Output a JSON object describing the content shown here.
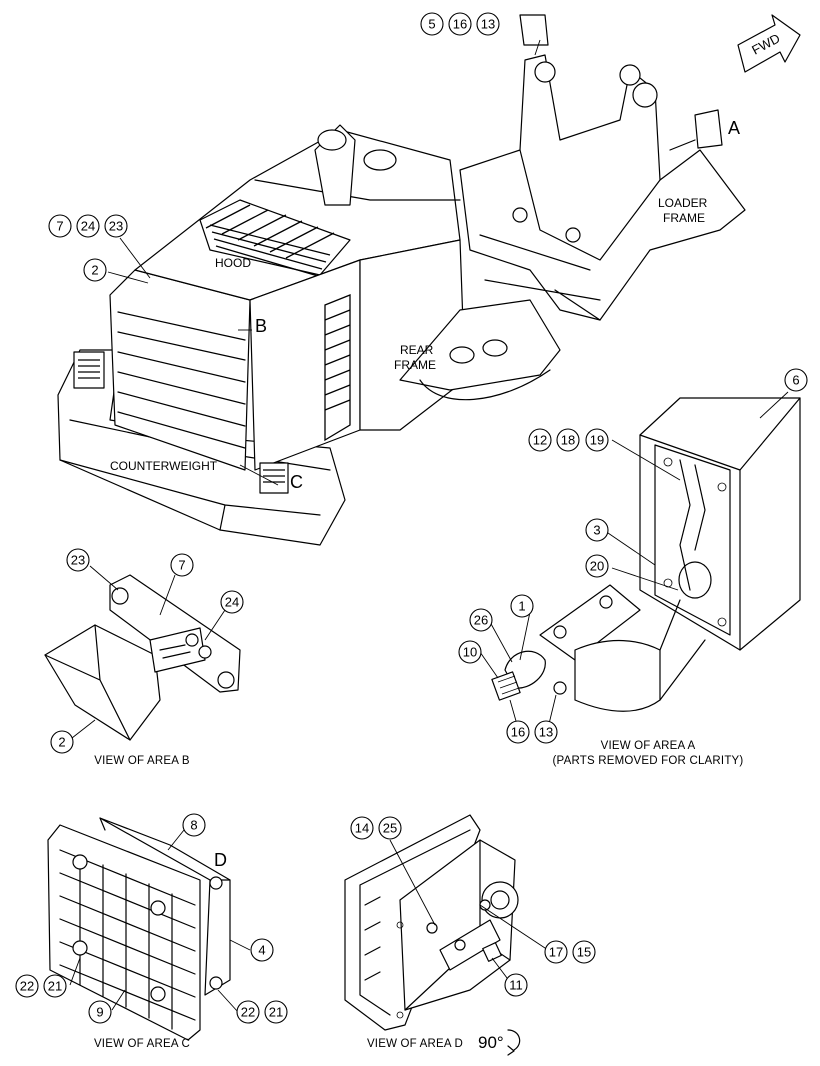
{
  "diagram": {
    "labels": {
      "hood": "HOOD",
      "counterweight": "COUNTERWEIGHT",
      "rear_frame_1": "REAR",
      "rear_frame_2": "FRAME",
      "loader_frame_1": "LOADER",
      "loader_frame_2": "FRAME",
      "fwd": "FWD",
      "rotate": "90°"
    },
    "area_letters": {
      "a": "A",
      "b": "B",
      "c": "C",
      "d": "D"
    },
    "views": {
      "area_a": "VIEW OF AREA A",
      "area_a_note": "(PARTS REMOVED FOR CLARITY)",
      "area_b": "VIEW OF AREA B",
      "area_c": "VIEW OF AREA C",
      "area_d": "VIEW OF AREA D"
    },
    "callouts": {
      "main": [
        "5",
        "16",
        "13",
        "7",
        "24",
        "23",
        "2"
      ],
      "area_a": [
        "6",
        "12",
        "18",
        "19",
        "3",
        "20",
        "1",
        "26",
        "10",
        "16",
        "13"
      ],
      "area_b": [
        "23",
        "7",
        "24",
        "2"
      ],
      "area_c": [
        "8",
        "4",
        "22",
        "21",
        "9",
        "22",
        "21"
      ],
      "area_d": [
        "14",
        "25",
        "17",
        "15",
        "11"
      ]
    }
  }
}
